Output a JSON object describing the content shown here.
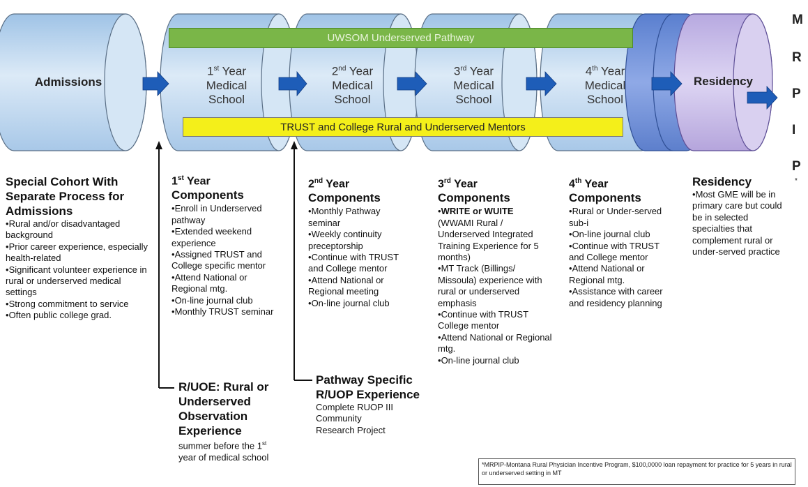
{
  "stages": {
    "admissions": "Admissions",
    "year1": {
      "num": "1",
      "ord": "st",
      "rest1": " Year",
      "rest2": "Medical",
      "rest3": "School"
    },
    "year2": {
      "num": "2",
      "ord": "nd",
      "rest1": " Year",
      "rest2": "Medical",
      "rest3": "School"
    },
    "year3": {
      "num": "3",
      "ord": "rd",
      "rest1": " Year",
      "rest2": "Medical",
      "rest3": "School"
    },
    "year4": {
      "num": "4",
      "ord": "th",
      "rest1": " Year",
      "rest2": "Medical",
      "rest3": "School"
    },
    "residency": "Residency"
  },
  "banners": {
    "pathway": "UWSOM Underserved Pathway",
    "mentors": "TRUST and College Rural and Underserved Mentors"
  },
  "colors": {
    "cylinder_blue": "#bcd8ef",
    "cylinder_dark": "#6d8fd4",
    "cylinder_purple": "#c8bde8",
    "arrow": "#1e5db8",
    "pathway_green": "#7ab648",
    "mentor_yellow": "#f4ef1a"
  },
  "side_letters": [
    "M",
    "R",
    "P",
    "I",
    "P"
  ],
  "side_asterisk": "*",
  "columns": {
    "cohort": {
      "heading": [
        "Special Cohort With",
        "Separate Process for",
        "Admissions"
      ],
      "items": [
        "Rural and/or disadvantaged background",
        "Prior career experience, especially health-related",
        "Significant volunteer experience in rural or underserved medical settings",
        "Strong commitment to service",
        "Often public college grad."
      ]
    },
    "y1": {
      "heading_num": "1",
      "heading_ord": "st",
      "heading_rest": " Year",
      "heading2": "Components",
      "items": [
        "Enroll in Underserved pathway",
        "Extended weekend experience",
        "Assigned TRUST and College specific mentor",
        "Attend National or Regional mtg.",
        "On-line journal club",
        "Monthly TRUST seminar"
      ]
    },
    "y2": {
      "heading_num": "2",
      "heading_ord": "nd",
      "heading_rest": " Year",
      "heading2": "Components",
      "items": [
        "Monthly Pathway seminar",
        "Weekly continuity preceptorship",
        "Continue with TRUST and College mentor",
        "Attend National or Regional meeting",
        "On-line journal club"
      ]
    },
    "y3": {
      "heading_num": "3",
      "heading_ord": "rd",
      "heading_rest": " Year",
      "heading2": "Components",
      "item1_bold": "WRITE or WUITE",
      "item1_rest": "(WWAMI Rural / Underserved Integrated Training Experience for 5 months)",
      "items": [
        "MT Track (Billings/ Missoula) experience with rural or underserved emphasis",
        "Continue with TRUST College mentor",
        "Attend National or Regional mtg.",
        "On-line journal club"
      ]
    },
    "y4": {
      "heading_num": "4",
      "heading_ord": "th",
      "heading_rest": " Year",
      "heading2": "Components",
      "items": [
        "Rural or Under-served sub-i",
        "On-line journal club",
        "Continue with TRUST and College mentor",
        "Attend National or Regional mtg.",
        "Assistance with career and residency planning"
      ]
    },
    "residency": {
      "heading": "Residency",
      "items": [
        "Most GME will be in primary care but could be in selected specialties that complement rural or under-served practice"
      ]
    }
  },
  "ruoe": {
    "title": [
      "R/UOE: Rural or",
      "Underserved",
      "Observation",
      "Experience"
    ],
    "sub_a": "summer before the 1",
    "sub_ord": "st",
    "sub_b": "year of medical school"
  },
  "ruop": {
    "title": [
      "Pathway Specific",
      "R/UOP Experience"
    ],
    "sub": "Complete RUOP III Community Research Project"
  },
  "footnote": "*MRPIP-Montana Rural Physician Incentive Program, $100,0000 loan repayment for practice for 5 years in rural or underserved setting in MT"
}
